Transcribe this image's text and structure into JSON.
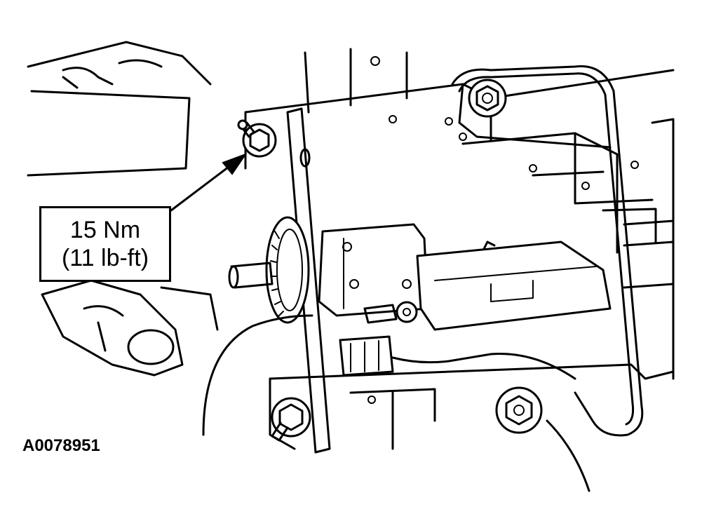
{
  "diagram": {
    "torque_callout": {
      "line1": "15 Nm",
      "line2": "(11 lb-ft)"
    },
    "figure_id": "A0078951"
  },
  "colors": {
    "line": "#000000",
    "background": "#ffffff"
  }
}
